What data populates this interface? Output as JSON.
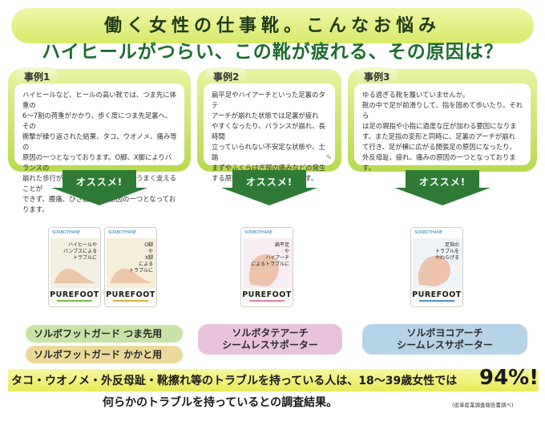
{
  "header": {
    "title": "働く女性の仕事靴。こんなお悩み",
    "subtitle": "ハイヒールがつらい、この靴が疲れる、その原因は？"
  },
  "cases": [
    {
      "label": "事例1",
      "text": "ハイヒールなど、ヒールの高い靴では、つま先に体重の\n6〜7割の荷重がかかり、歩く度につま先足裏へ、その\n衝撃が繰り返された結果、タコ、ウオノメ、痛み等の\n原因の一つとなっております。O脚、X脚によりバランスの\n崩れた歩行がくり返されると、体重をうまく支えることが\nできず、腰痛、ひざ痛などの原因の一つとなっております。"
    },
    {
      "label": "事例2",
      "text": "扁平足やハイアーチといった足裏のタテ\nアーチが崩れた状態では足裏が疲れ\nやすくなったり、バランスが崩れ、長時間\n立っていられない不安定な状態や、土踏\nまずやふくらはぎ部の痛みなどの発生\nする原因の一つとなっております。"
    },
    {
      "label": "事例3",
      "text": "ゆる過ぎる靴を履いていませんか。\n靴の中で足が前滑りして、指を固めて歩いたり。それら\nは足の親指や小指に過度な圧が加わる要因になりま\nす。また足指の変形と同時に、足裏のアーチが崩れ\nて行き、足が横に広がる開張足の原因になったり、\n外反母趾、疲れ、痛みの原因の一つとなっております。"
    }
  ],
  "recommend_label": "オススメ!",
  "packages": [
    {
      "brand": "SORBOTHANE",
      "text": "ハイヒールや\nパンプスによる\nトラブルに",
      "name": "PUREFOOT"
    },
    {
      "brand": "SORBOTHANE",
      "text": "O脚\nや\nX脚\nによる\nトラブルに",
      "name": "PUREFOOT"
    },
    {
      "brand": "SORBOTHANE",
      "text": "扁平足\nや\nハイアーチ\nによるトラブルに",
      "name": "PUREFOOT"
    },
    {
      "brand": "SORBOTHANE",
      "text": "足指の\nトラブルを\nやわらげる",
      "name": "PUREFOOT"
    }
  ],
  "products": {
    "tag1": "ソルボフットガード つま先用",
    "tag2": "ソルボフットガード かかと用",
    "tag3": "ソルボタテアーチ\nシームレスサポーター",
    "tag4": "ソルボヨコアーチ\nシームレスサポーター"
  },
  "footer": {
    "line1": "タコ・ウオノメ・外反母趾・靴擦れ等のトラブルを持っている人は、18〜39歳女性では",
    "percent": "94%!",
    "line2": "何らかのトラブルを持っているとの調査結果。",
    "source": "(皮革産業調査報告書調べ)"
  },
  "colors": {
    "banner": "#d8ea6a",
    "case_frame": "#b9d950",
    "arrow": "#2f7a35",
    "tag_green": "#c9e3a6",
    "tag_tan": "#ecd99a",
    "tag_pink": "#e9c3dc",
    "tag_blue": "#b7d3e8"
  }
}
